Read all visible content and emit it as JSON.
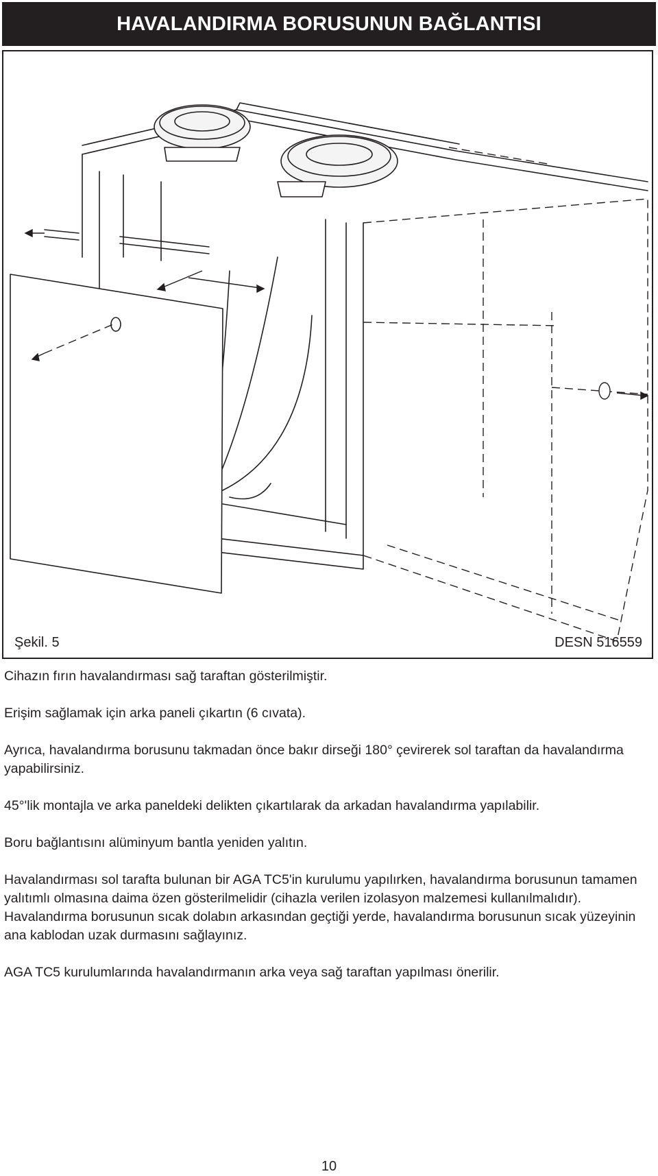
{
  "header": {
    "title": "HAVALANDIRMA BORUSUNUN BAĞLANTISI"
  },
  "figure": {
    "caption": "Şekil. 5",
    "reference": "DESN 516559",
    "illustration": "cooker-rear-vent-pipe-exploded-view"
  },
  "paragraphs": [
    "Cihazın fırın havalandırması sağ taraftan gösterilmiştir.",
    "Erişim sağlamak için arka paneli çıkartın (6 cıvata).",
    "Ayrıca, havalandırma borusunu takmadan önce bakır dirseği 180° çevirerek sol taraftan da havalandırma yapabilirsiniz.",
    "45°'lik montajla ve arka paneldeki delikten çıkartılarak da arkadan havalandırma yapılabilir.",
    "Boru bağlantısını alüminyum bantla yeniden yalıtın.",
    "Havalandırması sol tarafta bulunan bir AGA TC5'in kurulumu yapılırken, havalandırma borusunun tamamen yalıtımlı olmasına daima özen gösterilmelidir (cihazla verilen izolasyon malzemesi kullanılmalıdır). Havalandırma borusunun sıcak dolabın arkasından geçtiği yerde, havalandırma borusunun sıcak yüzeyinin ana kablodan uzak durmasını sağlayınız.",
    "AGA TC5 kurulumlarında havalandırmanın arka veya sağ taraftan yapılması önerilir."
  ],
  "footer": {
    "page_number": "10"
  }
}
